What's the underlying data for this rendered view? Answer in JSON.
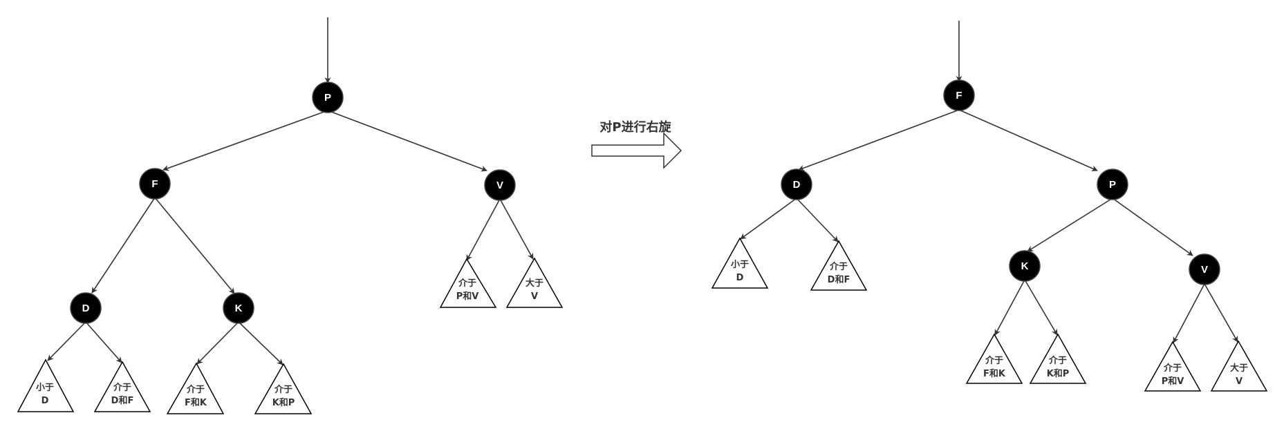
{
  "transform_caption": "对P进行右旋",
  "before": {
    "nodes": {
      "P": "P",
      "F": "F",
      "V": "V",
      "D": "D",
      "K": "K"
    },
    "subtrees": {
      "lt_d": [
        "小于",
        "D"
      ],
      "d_f": [
        "介于",
        "D和F"
      ],
      "f_k": [
        "介于",
        "F和K"
      ],
      "k_p": [
        "介于",
        "K和P"
      ],
      "p_v": [
        "介于",
        "P和V"
      ],
      "gt_v": [
        "大于",
        "V"
      ]
    }
  },
  "after": {
    "nodes": {
      "F": "F",
      "D": "D",
      "P": "P",
      "K": "K",
      "V": "V"
    },
    "subtrees": {
      "lt_d": [
        "小于",
        "D"
      ],
      "d_f": [
        "介于",
        "D和F"
      ],
      "f_k": [
        "介于",
        "F和K"
      ],
      "k_p": [
        "介于",
        "K和P"
      ],
      "p_v": [
        "介于",
        "P和V"
      ],
      "gt_v": [
        "大于",
        "V"
      ]
    }
  }
}
